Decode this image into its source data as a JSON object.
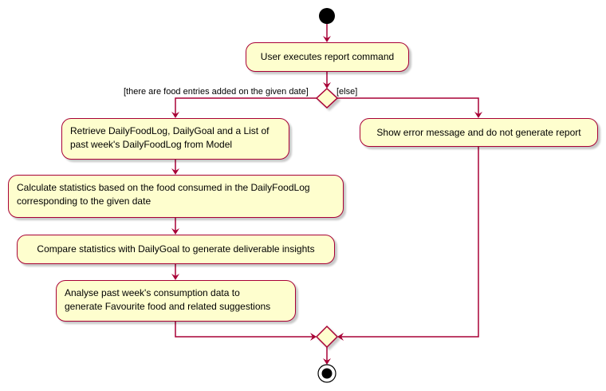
{
  "activities": {
    "user_executes": "User executes report command",
    "retrieve": "Retrieve DailyFoodLog, DailyGoal and a List of\npast week's DailyFoodLog from Model",
    "calculate": "Calculate statistics based on the food consumed in the DailyFoodLog\ncorresponding to the given date",
    "compare": "Compare statistics with DailyGoal to generate deliverable insights",
    "analyse": "Analyse past week's consumption data to\ngenerate Favourite food and related suggestions",
    "show_error": "Show error message and do not generate report"
  },
  "guards": {
    "has_entries": "[there are food entries added on the given date]",
    "else": "[else]"
  },
  "colors": {
    "line": "#A80036",
    "fill": "#FEFECE",
    "node": "#000000"
  }
}
